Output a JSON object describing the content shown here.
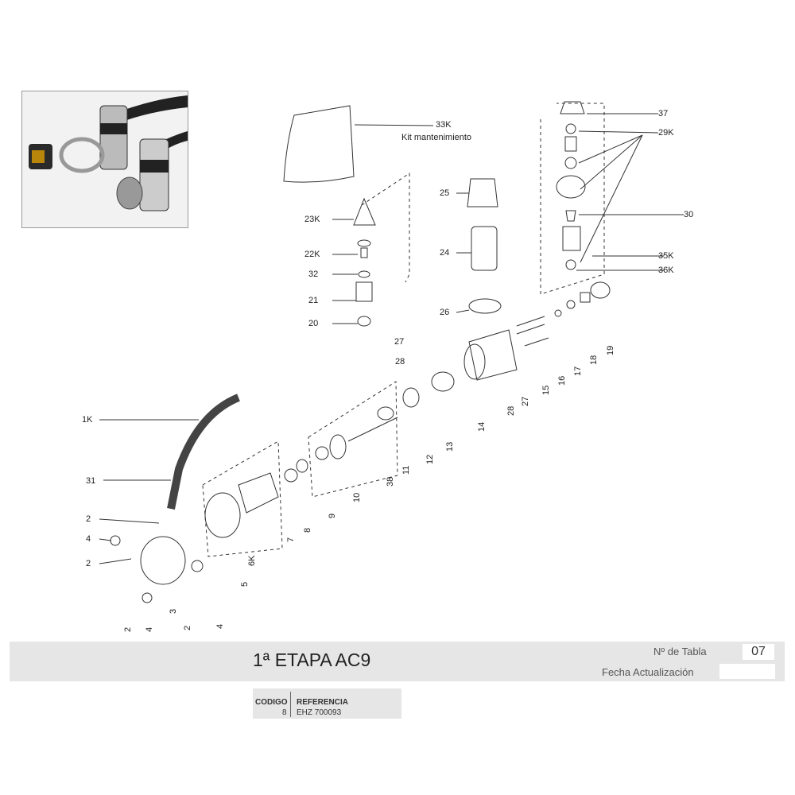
{
  "diagram": {
    "labels": [
      "37",
      "33K",
      "Kit mantenimiento",
      "29K",
      "25",
      "23K",
      "30",
      "22K",
      "24",
      "35K",
      "36K",
      "32",
      "21",
      "26",
      "20",
      "27",
      "28",
      "19",
      "18",
      "17",
      "16",
      "15",
      "27",
      "28",
      "14",
      "13",
      "12",
      "11",
      "38",
      "10",
      "9",
      "8",
      "7",
      "1K",
      "31",
      "2",
      "6K",
      "4",
      "2",
      "5",
      "3",
      "2",
      "4",
      "2",
      "4"
    ]
  },
  "footer": {
    "title": "1ª ETAPA AC9",
    "tabla_label": "Nº de Tabla",
    "tabla_value": "07",
    "fecha_label": "Fecha Actualización",
    "fecha_value": ""
  },
  "codes": {
    "header_codigo": "CODIGO",
    "header_referencia": "REFERENCIA",
    "codigo": "8",
    "referencia": "EHZ 700093"
  }
}
